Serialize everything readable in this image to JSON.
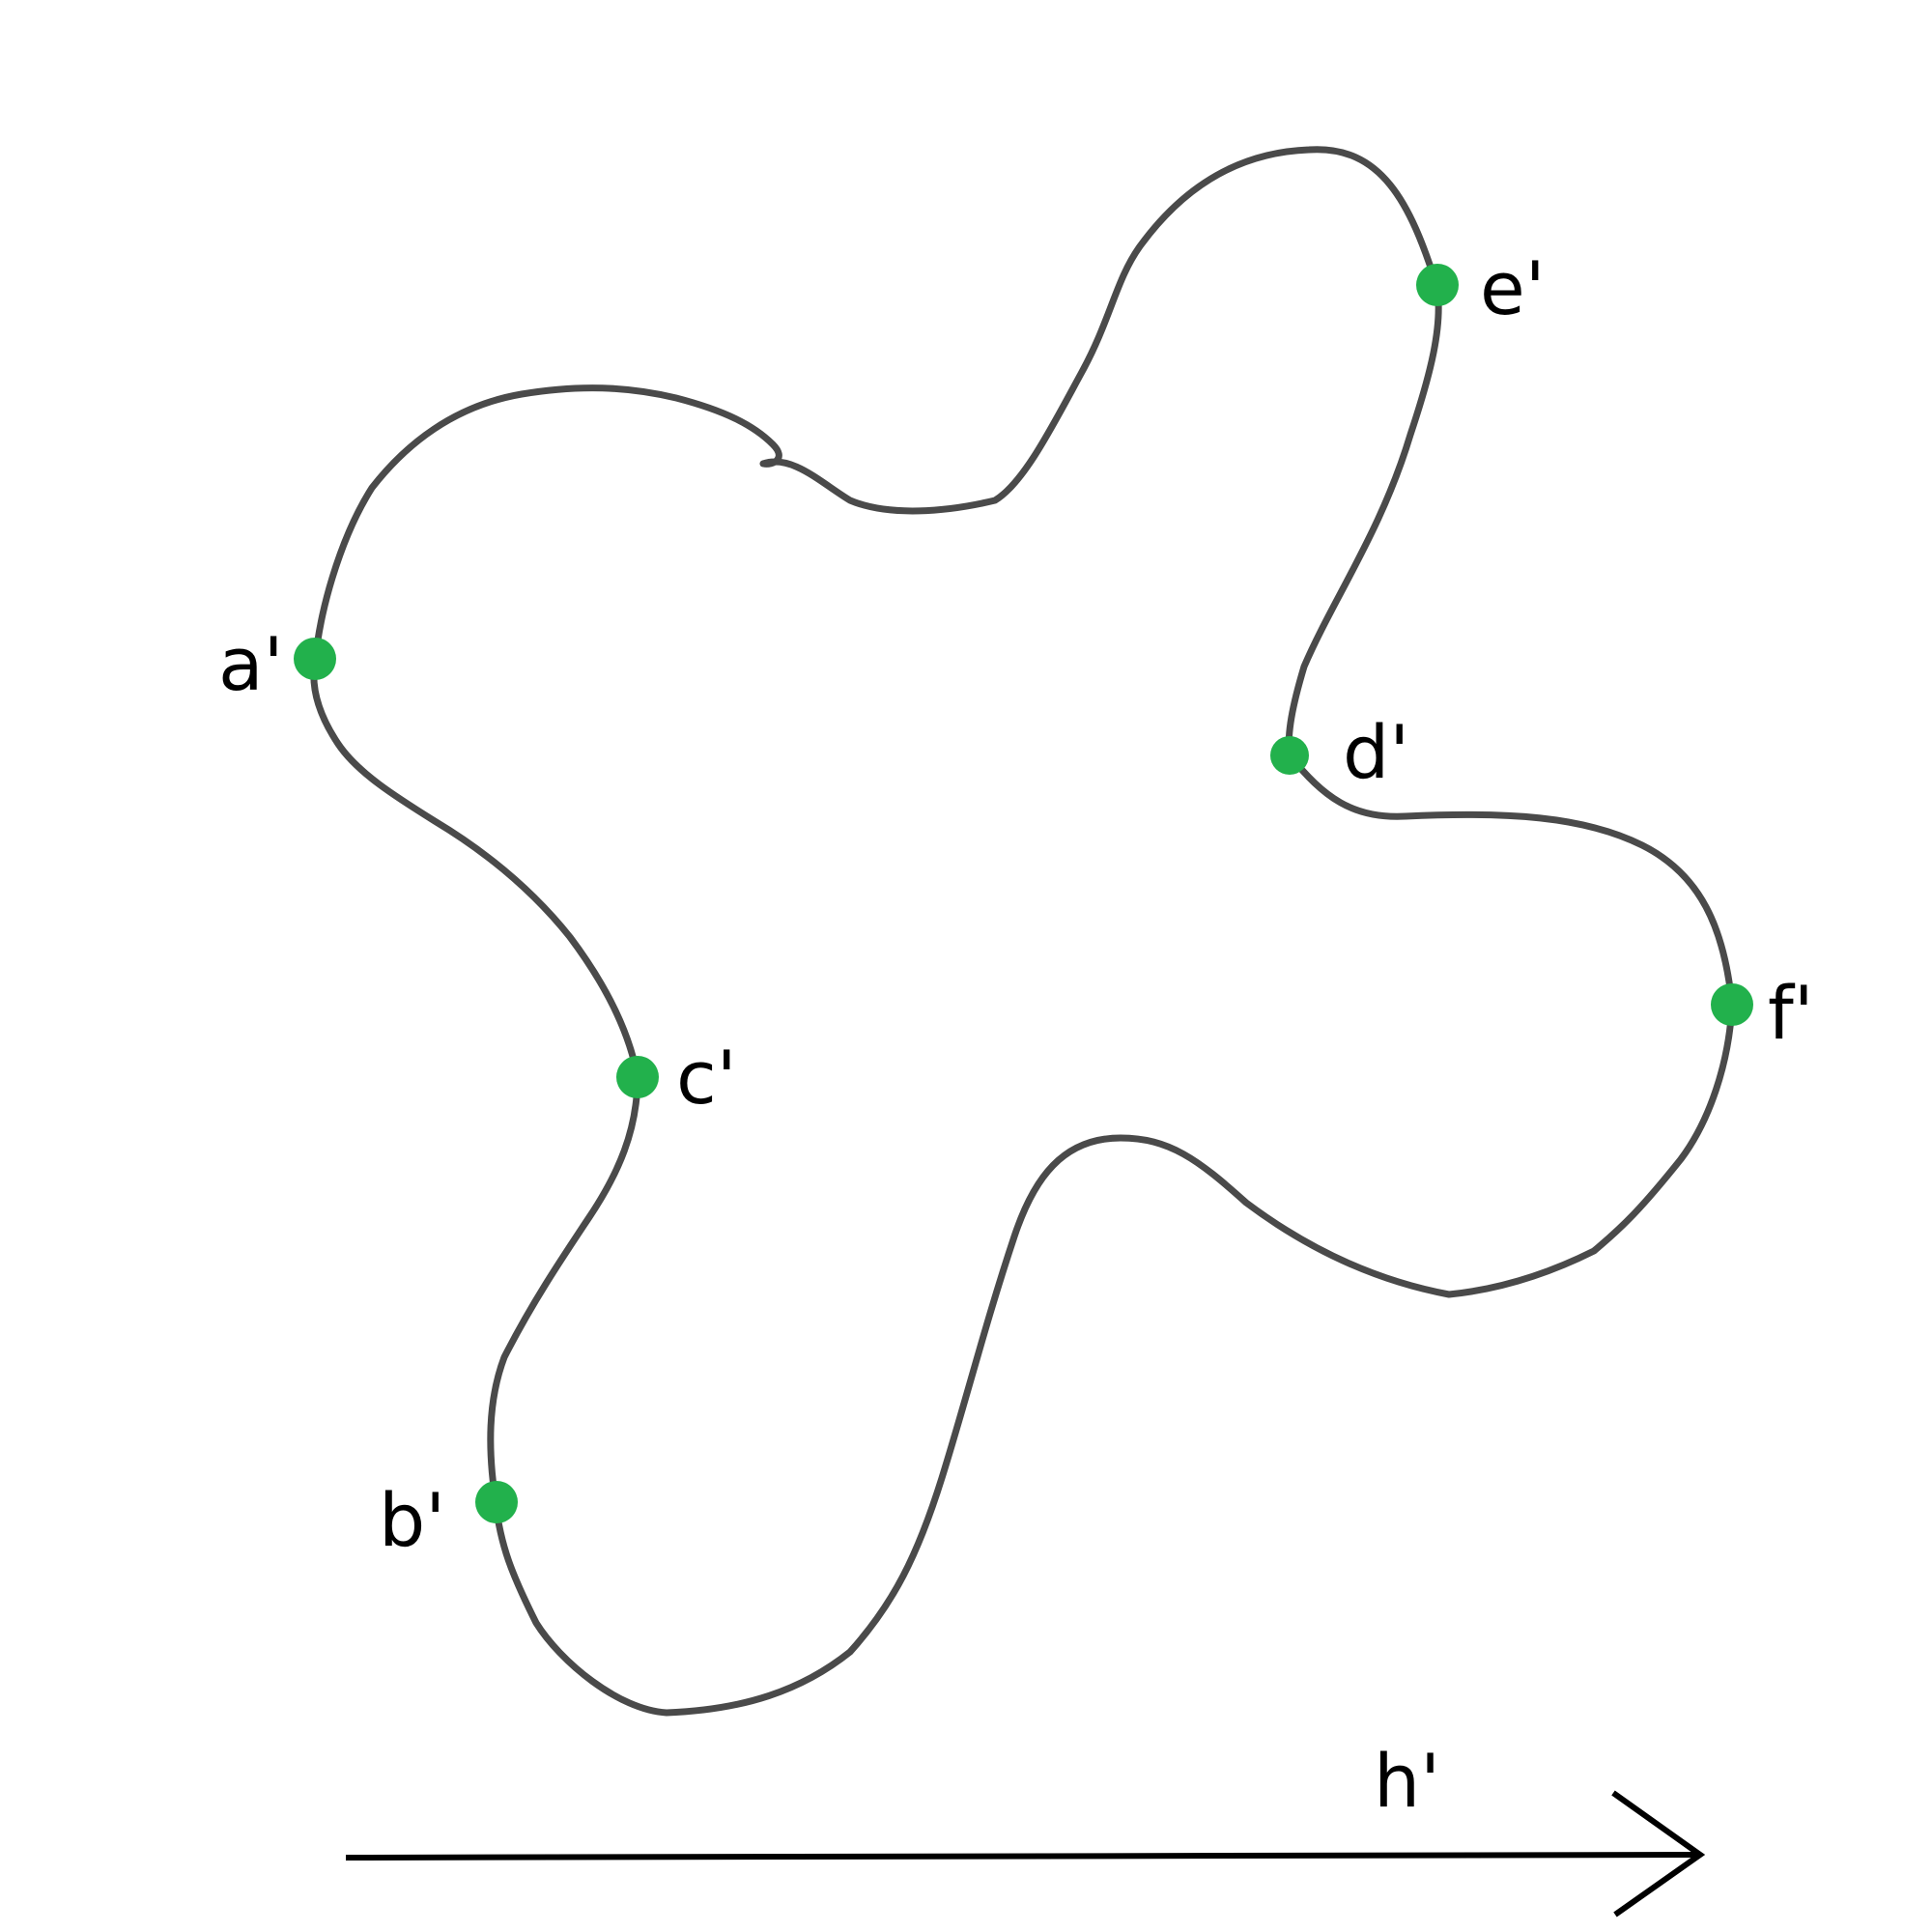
{
  "diagram": {
    "points": [
      {
        "id": "a",
        "label": "a'"
      },
      {
        "id": "b",
        "label": "b'"
      },
      {
        "id": "c",
        "label": "c'"
      },
      {
        "id": "d",
        "label": "d'"
      },
      {
        "id": "e",
        "label": "e'"
      },
      {
        "id": "f",
        "label": "f'"
      }
    ],
    "arrow": {
      "label": "h'"
    },
    "colors": {
      "curve": "#4a4a4a",
      "point": "#22b14c",
      "arrow": "#000000",
      "text": "#000000",
      "background": "#ffffff"
    }
  }
}
